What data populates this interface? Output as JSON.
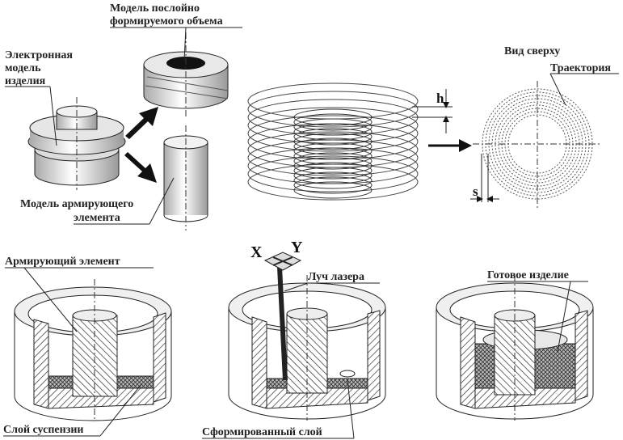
{
  "top": {
    "electronic_model": [
      "Электронная",
      "модель",
      "изделия"
    ],
    "layer_model": [
      "Модель послойно",
      "формируемого объема"
    ],
    "reinforcing_model": [
      "Модель армирующего",
      "элемента"
    ],
    "top_view": "Вид сверху",
    "trajectory": "Траектория",
    "h_label": "h",
    "s_label": "s"
  },
  "bottom": {
    "reinforcing_element": "Армирующий элемент",
    "suspension_layer": "Слой суспензии",
    "x_label": "X",
    "y_label": "Y",
    "laser_beam": "Луч лазера",
    "formed_layer": "Сформированный слой",
    "finished_product": "Готовое изделие"
  }
}
